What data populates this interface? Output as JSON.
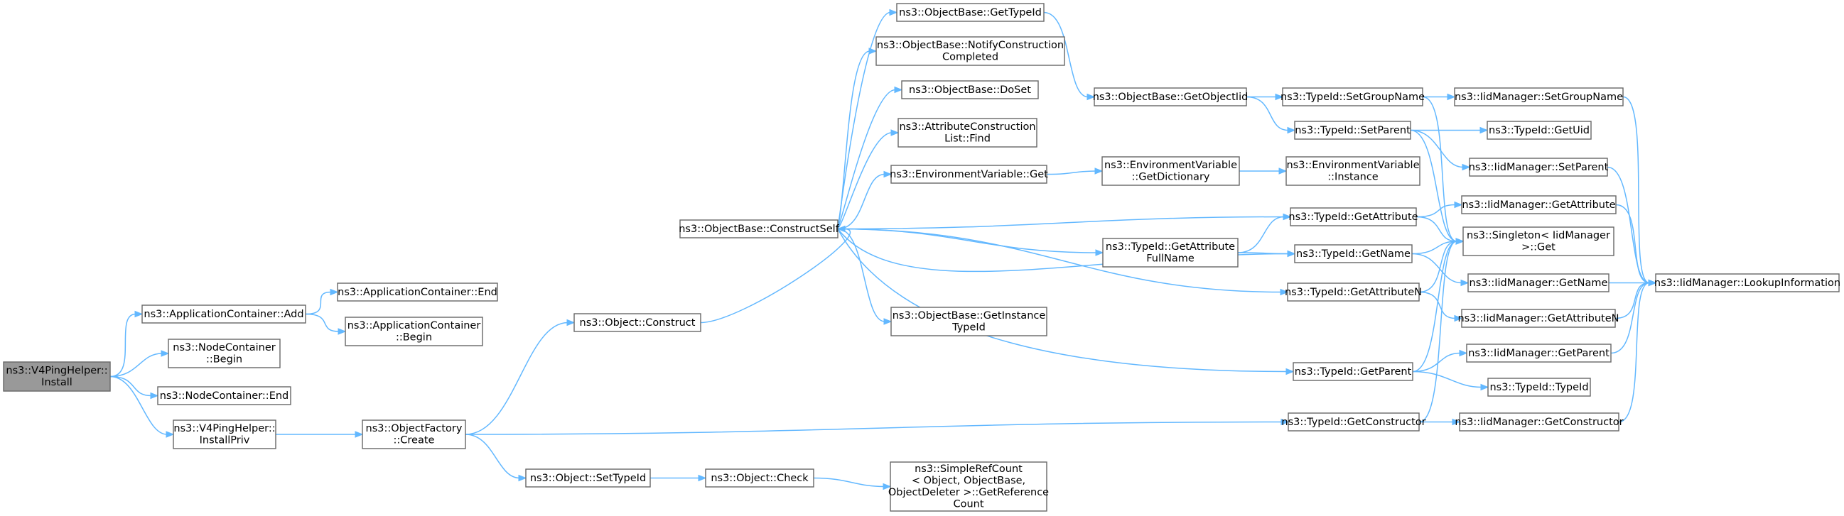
{
  "graph": {
    "nodes": [
      {
        "id": "root",
        "lines": [
          "ns3::V4PingHelper::",
          "Install"
        ],
        "selected": true
      },
      {
        "id": "appAdd",
        "lines": [
          "ns3::ApplicationContainer::Add"
        ]
      },
      {
        "id": "ncBegin",
        "lines": [
          "ns3::NodeContainer",
          "::Begin"
        ]
      },
      {
        "id": "ncEnd",
        "lines": [
          "ns3::NodeContainer::End"
        ]
      },
      {
        "id": "installPriv",
        "lines": [
          "ns3::V4PingHelper::",
          "InstallPriv"
        ]
      },
      {
        "id": "appEnd",
        "lines": [
          "ns3::ApplicationContainer::End"
        ]
      },
      {
        "id": "appBegin",
        "lines": [
          "ns3::ApplicationContainer",
          "::Begin"
        ]
      },
      {
        "id": "ofCreate",
        "lines": [
          "ns3::ObjectFactory",
          "::Create"
        ]
      },
      {
        "id": "objConstruct",
        "lines": [
          "ns3::Object::Construct"
        ]
      },
      {
        "id": "objSetTypeId",
        "lines": [
          "ns3::Object::SetTypeId"
        ]
      },
      {
        "id": "objCheck",
        "lines": [
          "ns3::Object::Check"
        ]
      },
      {
        "id": "srcGetRef",
        "lines": [
          "ns3::SimpleRefCount",
          "< Object, ObjectBase,",
          " ObjectDeleter >::GetReference",
          "Count"
        ]
      },
      {
        "id": "obConstructSelf",
        "lines": [
          "ns3::ObjectBase::ConstructSelf"
        ]
      },
      {
        "id": "obGetTypeId",
        "lines": [
          "ns3::ObjectBase::GetTypeId"
        ]
      },
      {
        "id": "obNotify",
        "lines": [
          "ns3::ObjectBase::NotifyConstruction",
          "Completed"
        ]
      },
      {
        "id": "obDoSet",
        "lines": [
          "ns3::ObjectBase::DoSet"
        ]
      },
      {
        "id": "aclFind",
        "lines": [
          "ns3::AttributeConstruction",
          "List::Find"
        ]
      },
      {
        "id": "evGet",
        "lines": [
          "ns3::EnvironmentVariable::Get"
        ]
      },
      {
        "id": "obGetInstance",
        "lines": [
          "ns3::ObjectBase::GetInstance",
          "TypeId"
        ]
      },
      {
        "id": "obGetObjectIid",
        "lines": [
          "ns3::ObjectBase::GetObjectIid"
        ]
      },
      {
        "id": "evGetDict",
        "lines": [
          "ns3::EnvironmentVariable",
          "::GetDictionary"
        ]
      },
      {
        "id": "tidGetAttrFull",
        "lines": [
          "ns3::TypeId::GetAttribute",
          "FullName"
        ]
      },
      {
        "id": "tidSetGroupName",
        "lines": [
          "ns3::TypeId::SetGroupName"
        ]
      },
      {
        "id": "tidSetParent",
        "lines": [
          "ns3::TypeId::SetParent"
        ]
      },
      {
        "id": "evInstance",
        "lines": [
          "ns3::EnvironmentVariable",
          "::Instance"
        ]
      },
      {
        "id": "tidGetAttribute",
        "lines": [
          "ns3::TypeId::GetAttribute"
        ]
      },
      {
        "id": "tidGetName",
        "lines": [
          "ns3::TypeId::GetName"
        ]
      },
      {
        "id": "tidGetAttributeN",
        "lines": [
          "ns3::TypeId::GetAttributeN"
        ]
      },
      {
        "id": "tidGetParent",
        "lines": [
          "ns3::TypeId::GetParent"
        ]
      },
      {
        "id": "tidGetConstructor",
        "lines": [
          "ns3::TypeId::GetConstructor"
        ]
      },
      {
        "id": "imSetGroupName",
        "lines": [
          "ns3::IidManager::SetGroupName"
        ]
      },
      {
        "id": "tidGetUid",
        "lines": [
          "ns3::TypeId::GetUid"
        ]
      },
      {
        "id": "imSetParent",
        "lines": [
          "ns3::IidManager::SetParent"
        ]
      },
      {
        "id": "imGetAttribute",
        "lines": [
          "ns3::IidManager::GetAttribute"
        ]
      },
      {
        "id": "singletonGet",
        "lines": [
          "ns3::Singleton< IidManager",
          " >::Get"
        ]
      },
      {
        "id": "imGetName",
        "lines": [
          "ns3::IidManager::GetName"
        ]
      },
      {
        "id": "imGetAttributeN",
        "lines": [
          "ns3::IidManager::GetAttributeN"
        ]
      },
      {
        "id": "imGetParent",
        "lines": [
          "ns3::IidManager::GetParent"
        ]
      },
      {
        "id": "tidTypeId",
        "lines": [
          "ns3::TypeId::TypeId"
        ]
      },
      {
        "id": "imGetConstructor",
        "lines": [
          "ns3::IidManager::GetConstructor"
        ]
      },
      {
        "id": "imLookup",
        "lines": [
          "ns3::IidManager::LookupInformation"
        ]
      }
    ]
  }
}
